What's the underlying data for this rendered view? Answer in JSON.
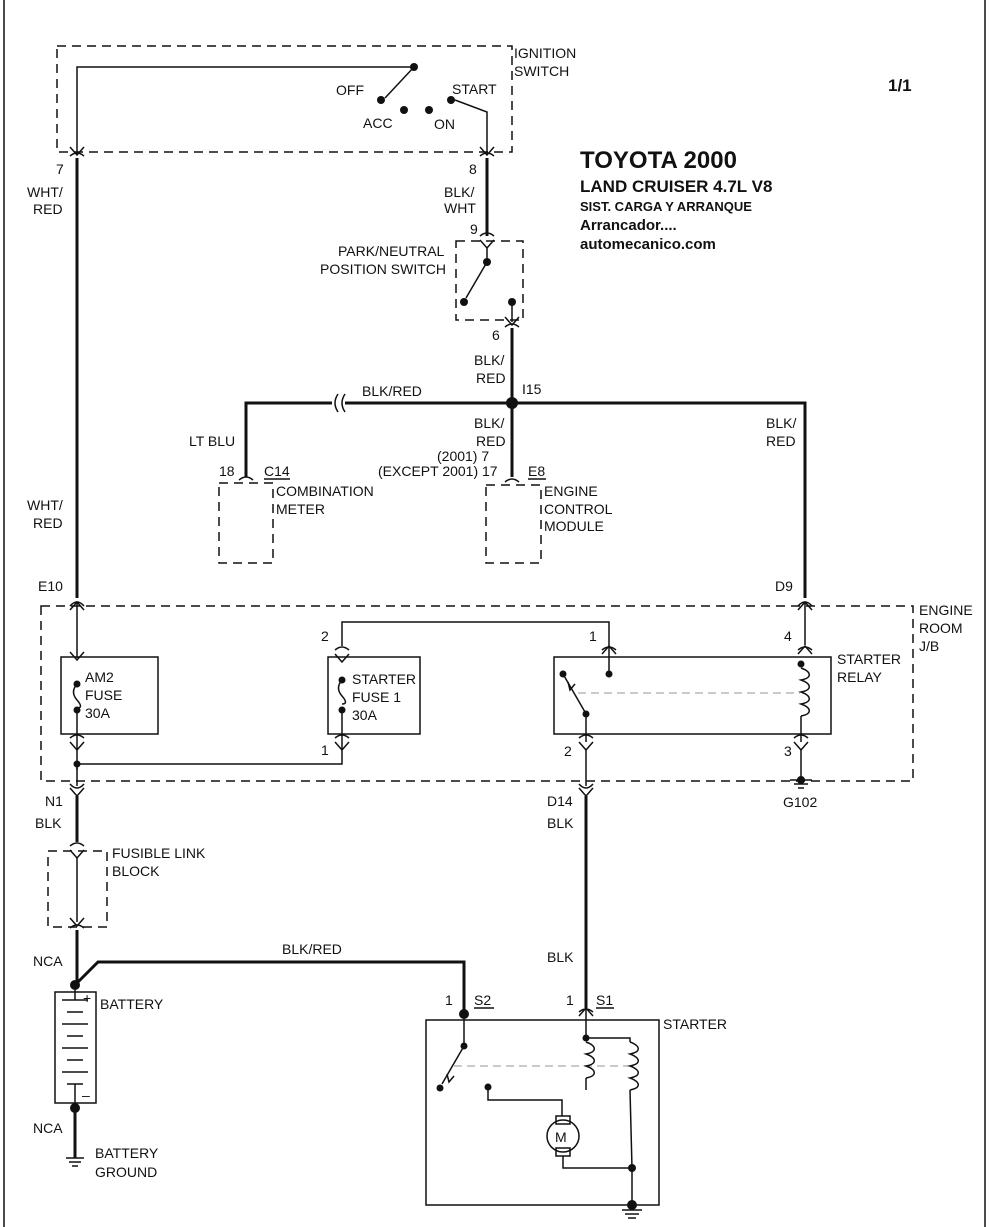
{
  "header": {
    "page": "1/1",
    "make_year": "TOYOTA 2000",
    "model": "LAND CRUISER  4.7L  V8",
    "system": "SIST. CARGA Y ARRANQUE",
    "subsystem": "Arrancador....",
    "site": "automecanico.com"
  },
  "ignition_switch": {
    "name_line1": "IGNITION",
    "name_line2": "SWITCH",
    "pos_off": "OFF",
    "pos_acc": "ACC",
    "pos_on": "ON",
    "pos_start": "START",
    "pin_left": "7",
    "pin_right": "8"
  },
  "wires": {
    "ign_left_line1": "WHT/",
    "ign_left_line2": "RED",
    "ign_right_line1": "BLK/",
    "ign_right_line2": "WHT",
    "pn_out_line1": "BLK/",
    "pn_out_line2": "RED",
    "meter_feed": "BLK/RED",
    "meter_wire": "LT BLU",
    "ecm_line1": "BLK/",
    "ecm_line2": "RED",
    "relay_feed_line1": "BLK/",
    "relay_feed_line2": "RED",
    "e10_line1": "WHT/",
    "e10_line2": "RED",
    "n1_wire": "BLK",
    "d14_wire": "BLK",
    "batt_s2_wire": "BLK/RED",
    "s1_wire": "BLK"
  },
  "park_neutral": {
    "name_line1": "PARK/NEUTRAL",
    "name_line2": "POSITION SWITCH",
    "pin_in": "9",
    "pin_out": "6"
  },
  "splice": "I15",
  "combination_meter": {
    "pin": "18",
    "connector": "C14",
    "name_line1": "COMBINATION",
    "name_line2": "METER"
  },
  "ecm": {
    "pin_note_2001": "(2001) 7",
    "pin_note_except": "(EXCEPT 2001) 17",
    "connector": "E8",
    "name_line1": "ENGINE",
    "name_line2": "CONTROL",
    "name_line3": "MODULE"
  },
  "junction_block": {
    "name_line1": "ENGINE",
    "name_line2": "ROOM",
    "name_line3": "J/B",
    "conn_e10": "E10",
    "conn_d9": "D9",
    "conn_n1": "N1",
    "conn_d14": "D14",
    "am2_line1": "AM2",
    "am2_line2": "FUSE",
    "am2_line3": "30A",
    "st_fuse_line1": "STARTER",
    "st_fuse_line2": "FUSE 1",
    "st_fuse_line3": "30A",
    "st_fuse_pin_top": "2",
    "st_fuse_pin_bottom": "1",
    "relay_line1": "STARTER",
    "relay_line2": "RELAY",
    "relay_pin1": "1",
    "relay_pin2": "2",
    "relay_pin3": "3",
    "relay_pin4": "4",
    "ground": "G102"
  },
  "fusible_link": {
    "name_line1": "FUSIBLE LINK",
    "name_line2": "BLOCK"
  },
  "battery": {
    "label": "BATTERY",
    "conn_top": "NCA",
    "conn_bottom": "NCA",
    "ground_line1": "BATTERY",
    "ground_line2": "GROUND",
    "plus": "+",
    "minus": "–"
  },
  "starter": {
    "label": "STARTER",
    "pin_s2": "1",
    "conn_s2": "S2",
    "pin_s1": "1",
    "conn_s1": "S1",
    "motor": "M"
  }
}
